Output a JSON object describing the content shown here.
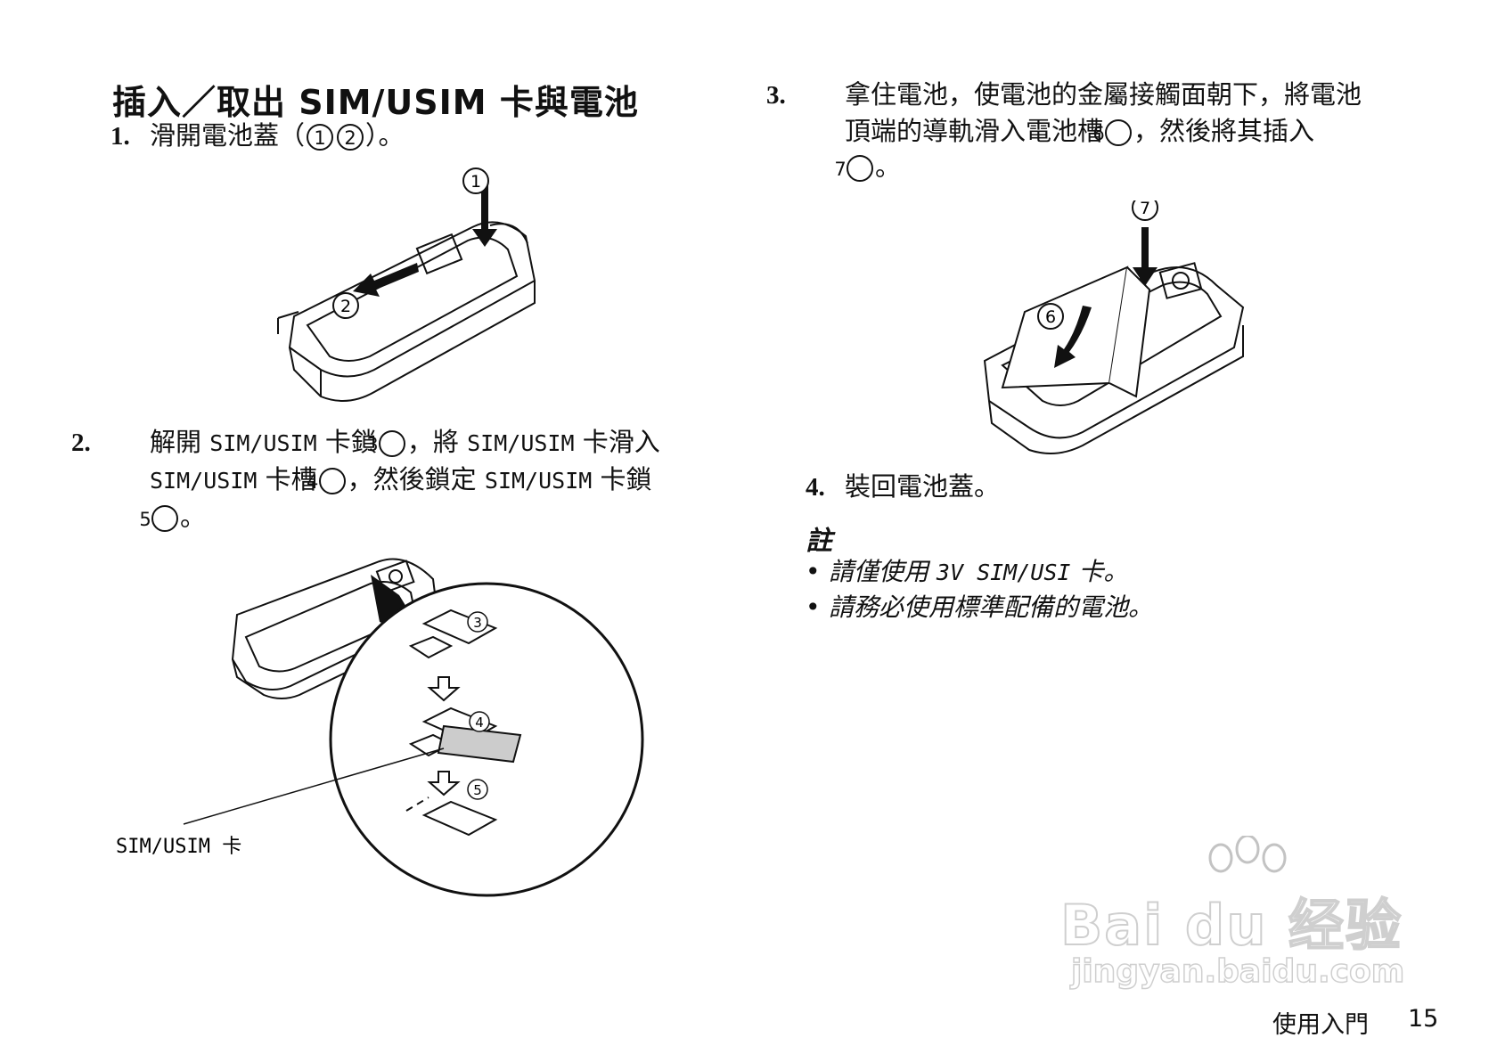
{
  "title": "插入／取出 SIM/USIM 卡與電池",
  "steps": {
    "s1": {
      "num": "1.",
      "text_a": "滑開電池蓋（",
      "c1": "1",
      "c2": "2",
      "text_b": "）。"
    },
    "s2": {
      "num": "2.",
      "t1": "解開",
      "m1": "SIM/USIM",
      "t2": "卡鎖",
      "c3": "3",
      "t3": "，將",
      "m2": "SIM/USIM",
      "t4": "卡滑入",
      "m3": "SIM/USIM",
      "t5": "卡槽",
      "c4": "4",
      "t6": "，然後鎖定",
      "m4": "SIM/USIM",
      "t7": "卡鎖",
      "c5": "5",
      "t8": "。"
    },
    "s3": {
      "num": "3.",
      "line1": "拿住電池，使電池的金屬接觸面朝下，將電池",
      "line2a": "頂端的導軌滑入電池槽",
      "c6": "6",
      "line2b": "，然後將其插入",
      "c7": "7",
      "line3b": "。"
    },
    "s4": {
      "num": "4.",
      "text": "裝回電池蓋。"
    }
  },
  "notes": {
    "heading": "註",
    "items": [
      {
        "a": "請僅使用",
        "b": "3V SIM/USI",
        "c": "卡。"
      },
      {
        "a": "請務必使用標準配備的電池。",
        "b": "",
        "c": ""
      }
    ]
  },
  "figures": {
    "fig1_labels": [
      "1",
      "2"
    ],
    "fig2_labels": [
      "3",
      "4",
      "5"
    ],
    "fig2_callout": "SIM/USIM 卡",
    "fig3_labels": [
      "7",
      "6"
    ]
  },
  "watermark": {
    "brand": "Bai du 经验",
    "url": "jingyan.baidu.com"
  },
  "footer": {
    "section": "使用入門",
    "page": "15"
  }
}
